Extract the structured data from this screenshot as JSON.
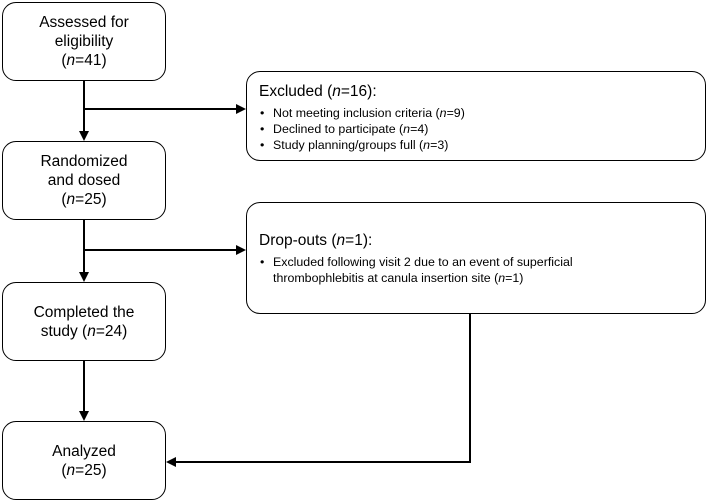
{
  "flow": {
    "assessed": {
      "line1": "Assessed for",
      "line2": "eligibility",
      "n_var": "n",
      "n_rest": "=41)"
    },
    "randomized": {
      "line1": "Randomized",
      "line2": "and dosed",
      "n_var": "n",
      "n_rest": "=25)"
    },
    "completed": {
      "line1": "Completed the",
      "line2_pre": "study (",
      "n_var": "n",
      "n_rest": "=24)"
    },
    "analyzed": {
      "line1": "Analyzed",
      "n_var": "n",
      "n_rest": "=25)"
    }
  },
  "excluded": {
    "title_pre": "Excluded (",
    "title_var": "n",
    "title_rest": "=16):",
    "items": [
      {
        "pre": "Not meeting inclusion criteria (",
        "var": "n",
        "rest": "=9)"
      },
      {
        "pre": "Declined to participate (",
        "var": "n",
        "rest": "=4)"
      },
      {
        "pre": "Study planning/groups full (",
        "var": "n",
        "rest": "=3)"
      }
    ]
  },
  "dropouts": {
    "title_pre": "Drop-outs (",
    "title_var": "n",
    "title_rest": "=1):",
    "item": {
      "line1": "Excluded following visit 2 due to an event of superficial",
      "line2_pre": "thrombophlebitis at canula insertion site (",
      "var": "n",
      "rest": "=1)"
    }
  }
}
